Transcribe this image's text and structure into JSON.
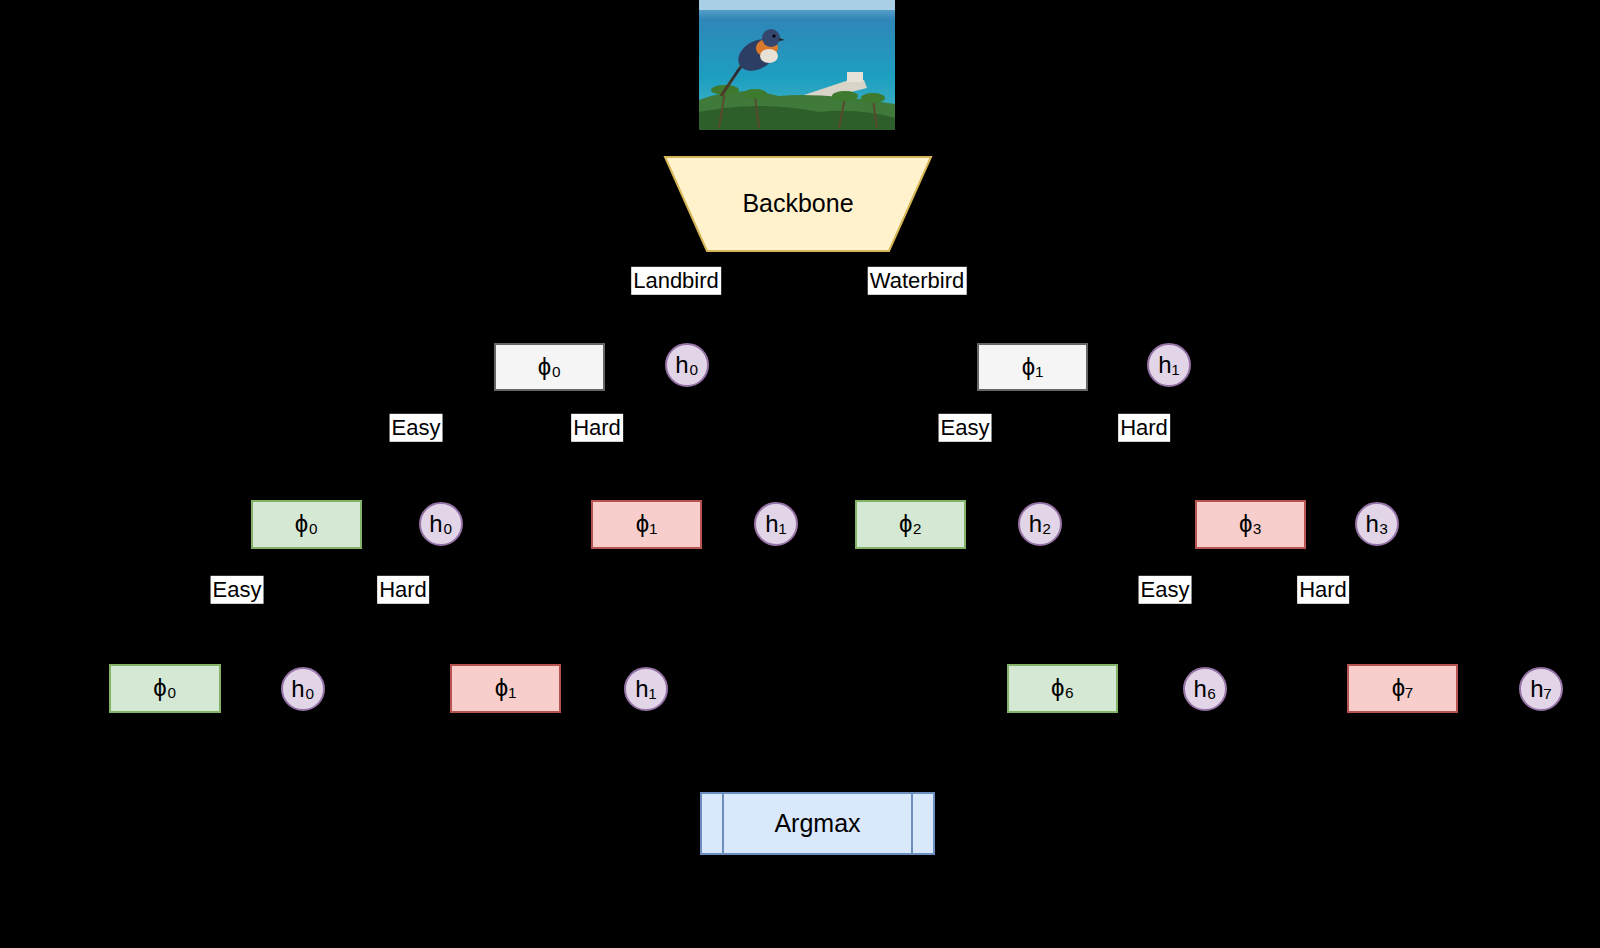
{
  "diagram": {
    "nodes": [
      {
        "text": [
          "Backbone"
        ]
      },
      {
        "text": [
          "ϕ₀"
        ]
      },
      {
        "text": [
          "h₀"
        ]
      },
      {
        "text": [
          "ϕ₁"
        ]
      },
      {
        "text": [
          "h₁"
        ]
      },
      {
        "text": [
          "ϕ₀"
        ]
      },
      {
        "text": [
          "h₀"
        ]
      },
      {
        "text": [
          "ϕ₁"
        ]
      },
      {
        "text": [
          "h₁"
        ]
      },
      {
        "text": [
          "ϕ₂"
        ]
      },
      {
        "text": [
          "h₂"
        ]
      },
      {
        "text": [
          "ϕ₃"
        ]
      },
      {
        "text": [
          "h₃"
        ]
      },
      {
        "text": [
          "ϕ₀"
        ]
      },
      {
        "text": [
          "h₀"
        ]
      },
      {
        "text": [
          "ϕ₁"
        ]
      },
      {
        "text": [
          "h₁"
        ]
      },
      {
        "text": [
          "ϕ₆"
        ]
      },
      {
        "text": [
          "h₆"
        ]
      },
      {
        "text": [
          "ϕ₇"
        ]
      },
      {
        "text": [
          "h₇"
        ]
      },
      {
        "text": [
          "Argmax"
        ]
      }
    ],
    "labels": [
      "Landbird",
      "Waterbird",
      "Easy",
      "Hard",
      "Easy",
      "Hard",
      "Easy",
      "Hard",
      "Easy",
      "Hard"
    ]
  }
}
